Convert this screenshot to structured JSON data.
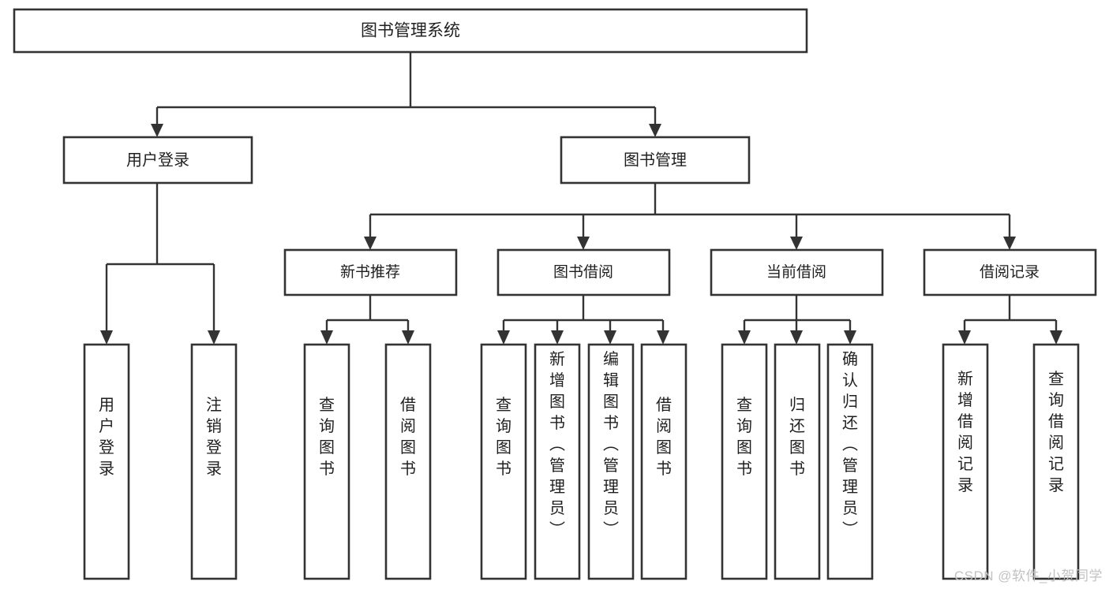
{
  "diagram": {
    "title": "图书管理系统",
    "type": "tree",
    "orientation": "top-down",
    "background_color": "#ffffff",
    "node_fill": "#ffffff",
    "node_stroke": "#333333",
    "text_color": "#1f1f1f",
    "watermark": "CSDN @软件_小贺同学",
    "watermark_color": "#c2c2c2"
  },
  "chart_data": {
    "type": "tree",
    "title": "图书管理系统",
    "root": {
      "label": "图书管理系统",
      "level": 0,
      "children": [
        {
          "label": "用户登录",
          "level": 1,
          "children": [
            {
              "label": "用户登录",
              "level": 2,
              "orientation": "vertical",
              "children": []
            },
            {
              "label": "注销登录",
              "level": 2,
              "orientation": "vertical",
              "children": []
            }
          ]
        },
        {
          "label": "图书管理",
          "level": 1,
          "children": [
            {
              "label": "新书推荐",
              "level": 2,
              "children": [
                {
                  "label": "查询图书",
                  "level": 3,
                  "orientation": "vertical"
                },
                {
                  "label": "借阅图书",
                  "level": 3,
                  "orientation": "vertical"
                }
              ]
            },
            {
              "label": "图书借阅",
              "level": 2,
              "children": [
                {
                  "label": "查询图书",
                  "level": 3,
                  "orientation": "vertical"
                },
                {
                  "label": "新增图书（管理员）",
                  "level": 3,
                  "orientation": "vertical"
                },
                {
                  "label": "编辑图书（管理员）",
                  "level": 3,
                  "orientation": "vertical"
                },
                {
                  "label": "借阅图书",
                  "level": 3,
                  "orientation": "vertical"
                }
              ]
            },
            {
              "label": "当前借阅",
              "level": 2,
              "children": [
                {
                  "label": "查询图书",
                  "level": 3,
                  "orientation": "vertical"
                },
                {
                  "label": "归还图书",
                  "level": 3,
                  "orientation": "vertical"
                },
                {
                  "label": "确认归还（管理员）",
                  "level": 3,
                  "orientation": "vertical"
                }
              ]
            },
            {
              "label": "借阅记录",
              "level": 2,
              "children": [
                {
                  "label": "新增借阅记录",
                  "level": 3,
                  "orientation": "vertical"
                },
                {
                  "label": "查询借阅记录",
                  "level": 3,
                  "orientation": "vertical"
                }
              ]
            }
          ]
        }
      ]
    }
  },
  "nodes": {
    "root": {
      "label": "图书管理系统"
    },
    "level2": {
      "user_login": "用户登录",
      "book_manage": "图书管理"
    },
    "level3": {
      "new_book_recommend": "新书推荐",
      "book_borrow": "图书借阅",
      "current_borrow": "当前借阅",
      "borrow_record": "借阅记录"
    },
    "leaves": {
      "user_login_child_1": "用户登录",
      "user_login_child_2": "注销登录",
      "recommend_child_1": "查询图书",
      "recommend_child_2": "借阅图书",
      "borrow_child_1": "查询图书",
      "borrow_child_2": "新增图书（管理员）",
      "borrow_child_3": "编辑图书（管理员）",
      "borrow_child_4": "借阅图书",
      "current_child_1": "查询图书",
      "current_child_2": "归还图书",
      "current_child_3": "确认归还（管理员）",
      "record_child_1": "新增借阅记录",
      "record_child_2": "查询借阅记录"
    }
  },
  "footer": {
    "watermark": "CSDN @软件_小贺同学"
  }
}
